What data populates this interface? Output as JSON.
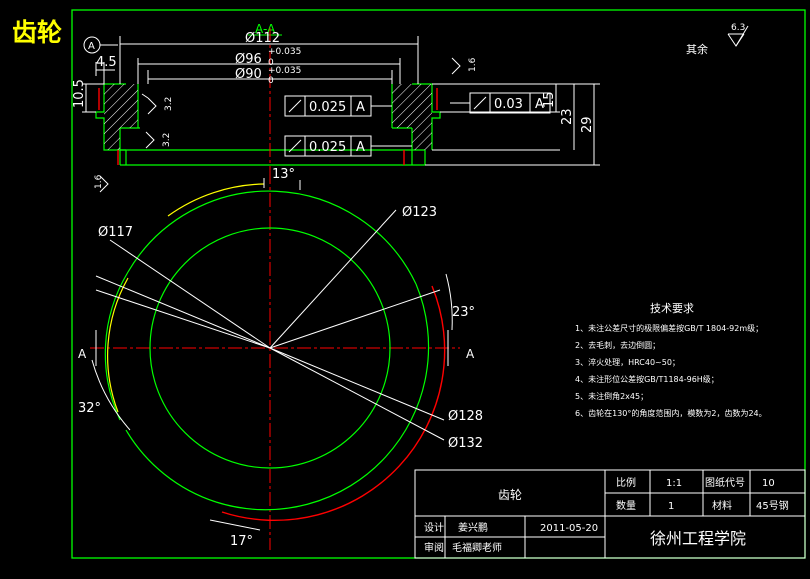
{
  "title_top": "齿轮",
  "section_label": "A-A",
  "datum_label": "A",
  "dims": {
    "d112": "Ø112",
    "d96": "Ø96",
    "tol1": "+0.035",
    "tol1b": "0",
    "d90": "Ø90",
    "tol2": "+0.035",
    "tol2b": "0",
    "h45": "4.5",
    "h105": "10.5",
    "h15": "15",
    "h23": "23",
    "h29": "29",
    "ang13": "13°",
    "d123": "Ø123",
    "d117": "Ø117",
    "ang23": "23°",
    "ang32": "32°",
    "d128": "Ø128",
    "d132": "Ø132",
    "ang17": "17°"
  },
  "roughness": {
    "r32a": "3.2",
    "r32b": "3.2",
    "r16a": "1.6",
    "r16b": "1.6",
    "r63": "6.3",
    "rest_label": "其余"
  },
  "tolerances": [
    {
      "value": "0.025",
      "datum": "A"
    },
    {
      "value": "0.03",
      "datum": "A"
    },
    {
      "value": "0.025",
      "datum": "A"
    }
  ],
  "section_arrows": {
    "left": "A",
    "right": "A"
  },
  "tech_req": {
    "heading": "技术要求",
    "items": [
      "1、未注公差尺寸的极限偏差按GB/T 1804-92m级；",
      "2、去毛刺，去边倒圆；",
      "3、淬火处理，HRC40~50；",
      "4、未注形位公差按GB/T1184-96H级；",
      "5、未注倒角2x45；",
      "6、齿轮在130°的角度范围内，模数为2，齿数为24。"
    ]
  },
  "title_block": {
    "part_name": "齿轮",
    "scale_label": "比例",
    "scale_value": "1:1",
    "drawing_no_label": "图纸代号",
    "drawing_no_value": "10",
    "qty_label": "数量",
    "qty_value": "1",
    "material_label": "材料",
    "material_value": "45号钢",
    "design_label": "设计",
    "designer": "姜兴鹏",
    "date": "2011-05-20",
    "review_label": "审阅",
    "reviewer": "毛福卿老师",
    "school": "徐州工程学院"
  }
}
